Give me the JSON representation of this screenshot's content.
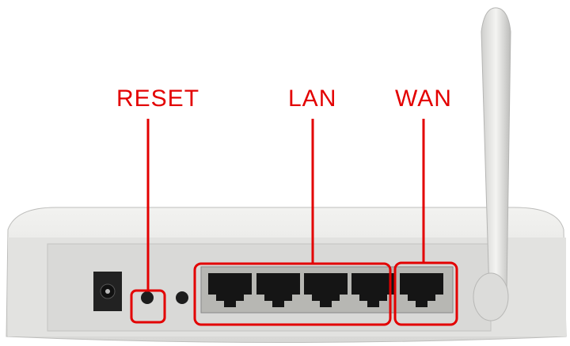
{
  "labels": {
    "reset": "RESET",
    "lan": "LAN",
    "wan": "WAN"
  },
  "colors": {
    "annotation": "#e30000",
    "body": "#e4e4e2",
    "port": "#1a1a1a"
  },
  "lan_port_count": 4,
  "wan_port_count": 1
}
